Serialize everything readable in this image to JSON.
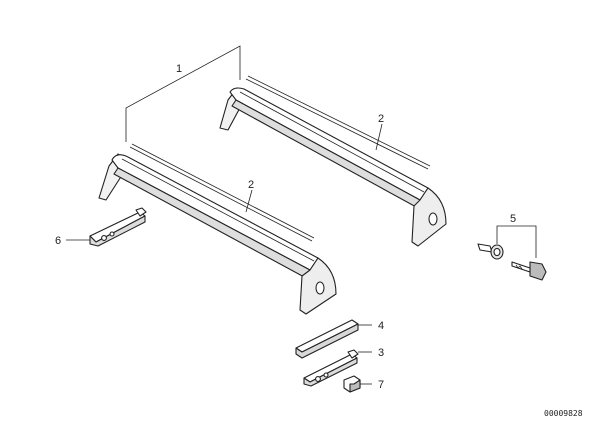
{
  "diagram": {
    "callouts": {
      "c1": "1",
      "c2a": "2",
      "c2b": "2",
      "c3": "3",
      "c4": "4",
      "c5": "5",
      "c6": "6",
      "c7": "7"
    },
    "doc_number": "00009828"
  }
}
